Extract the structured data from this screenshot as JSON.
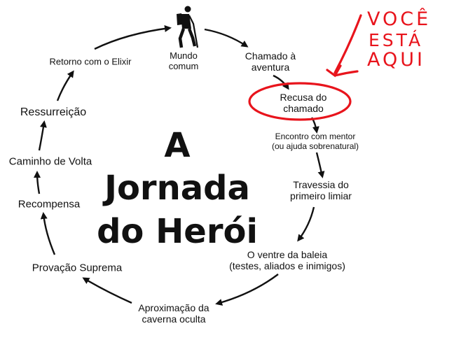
{
  "title": {
    "line1": "A Jornada",
    "line2": "do Herói"
  },
  "stages": [
    {
      "line1": "Mundo",
      "line2": "comum"
    },
    {
      "line1": "Chamado à",
      "line2": "aventura"
    },
    {
      "line1": "Recusa do",
      "line2": "chamado"
    },
    {
      "line1": "Encontro com mentor",
      "line2": "(ou ajuda sobrenatural)"
    },
    {
      "line1": "Travessia do",
      "line2": "primeiro limiar"
    },
    {
      "line1": "O ventre da baleia",
      "line2": "(testes, aliados e inimigos)"
    },
    {
      "line1": "Aproximação da",
      "line2": "caverna oculta"
    },
    {
      "line1": "Provação Suprema"
    },
    {
      "line1": "Recompensa"
    },
    {
      "line1": "Caminho de Volta"
    },
    {
      "line1": "Ressurreição"
    },
    {
      "line1": "Retorno com o Elixir"
    }
  ],
  "annotation": {
    "line1": "VOCÊ",
    "line2": "ESTÁ",
    "line3": "AQUI"
  },
  "colors": {
    "text": "#111111",
    "annotation": "#e8141c",
    "background": "#ffffff"
  },
  "icons": {
    "hero": "hiker-icon"
  }
}
